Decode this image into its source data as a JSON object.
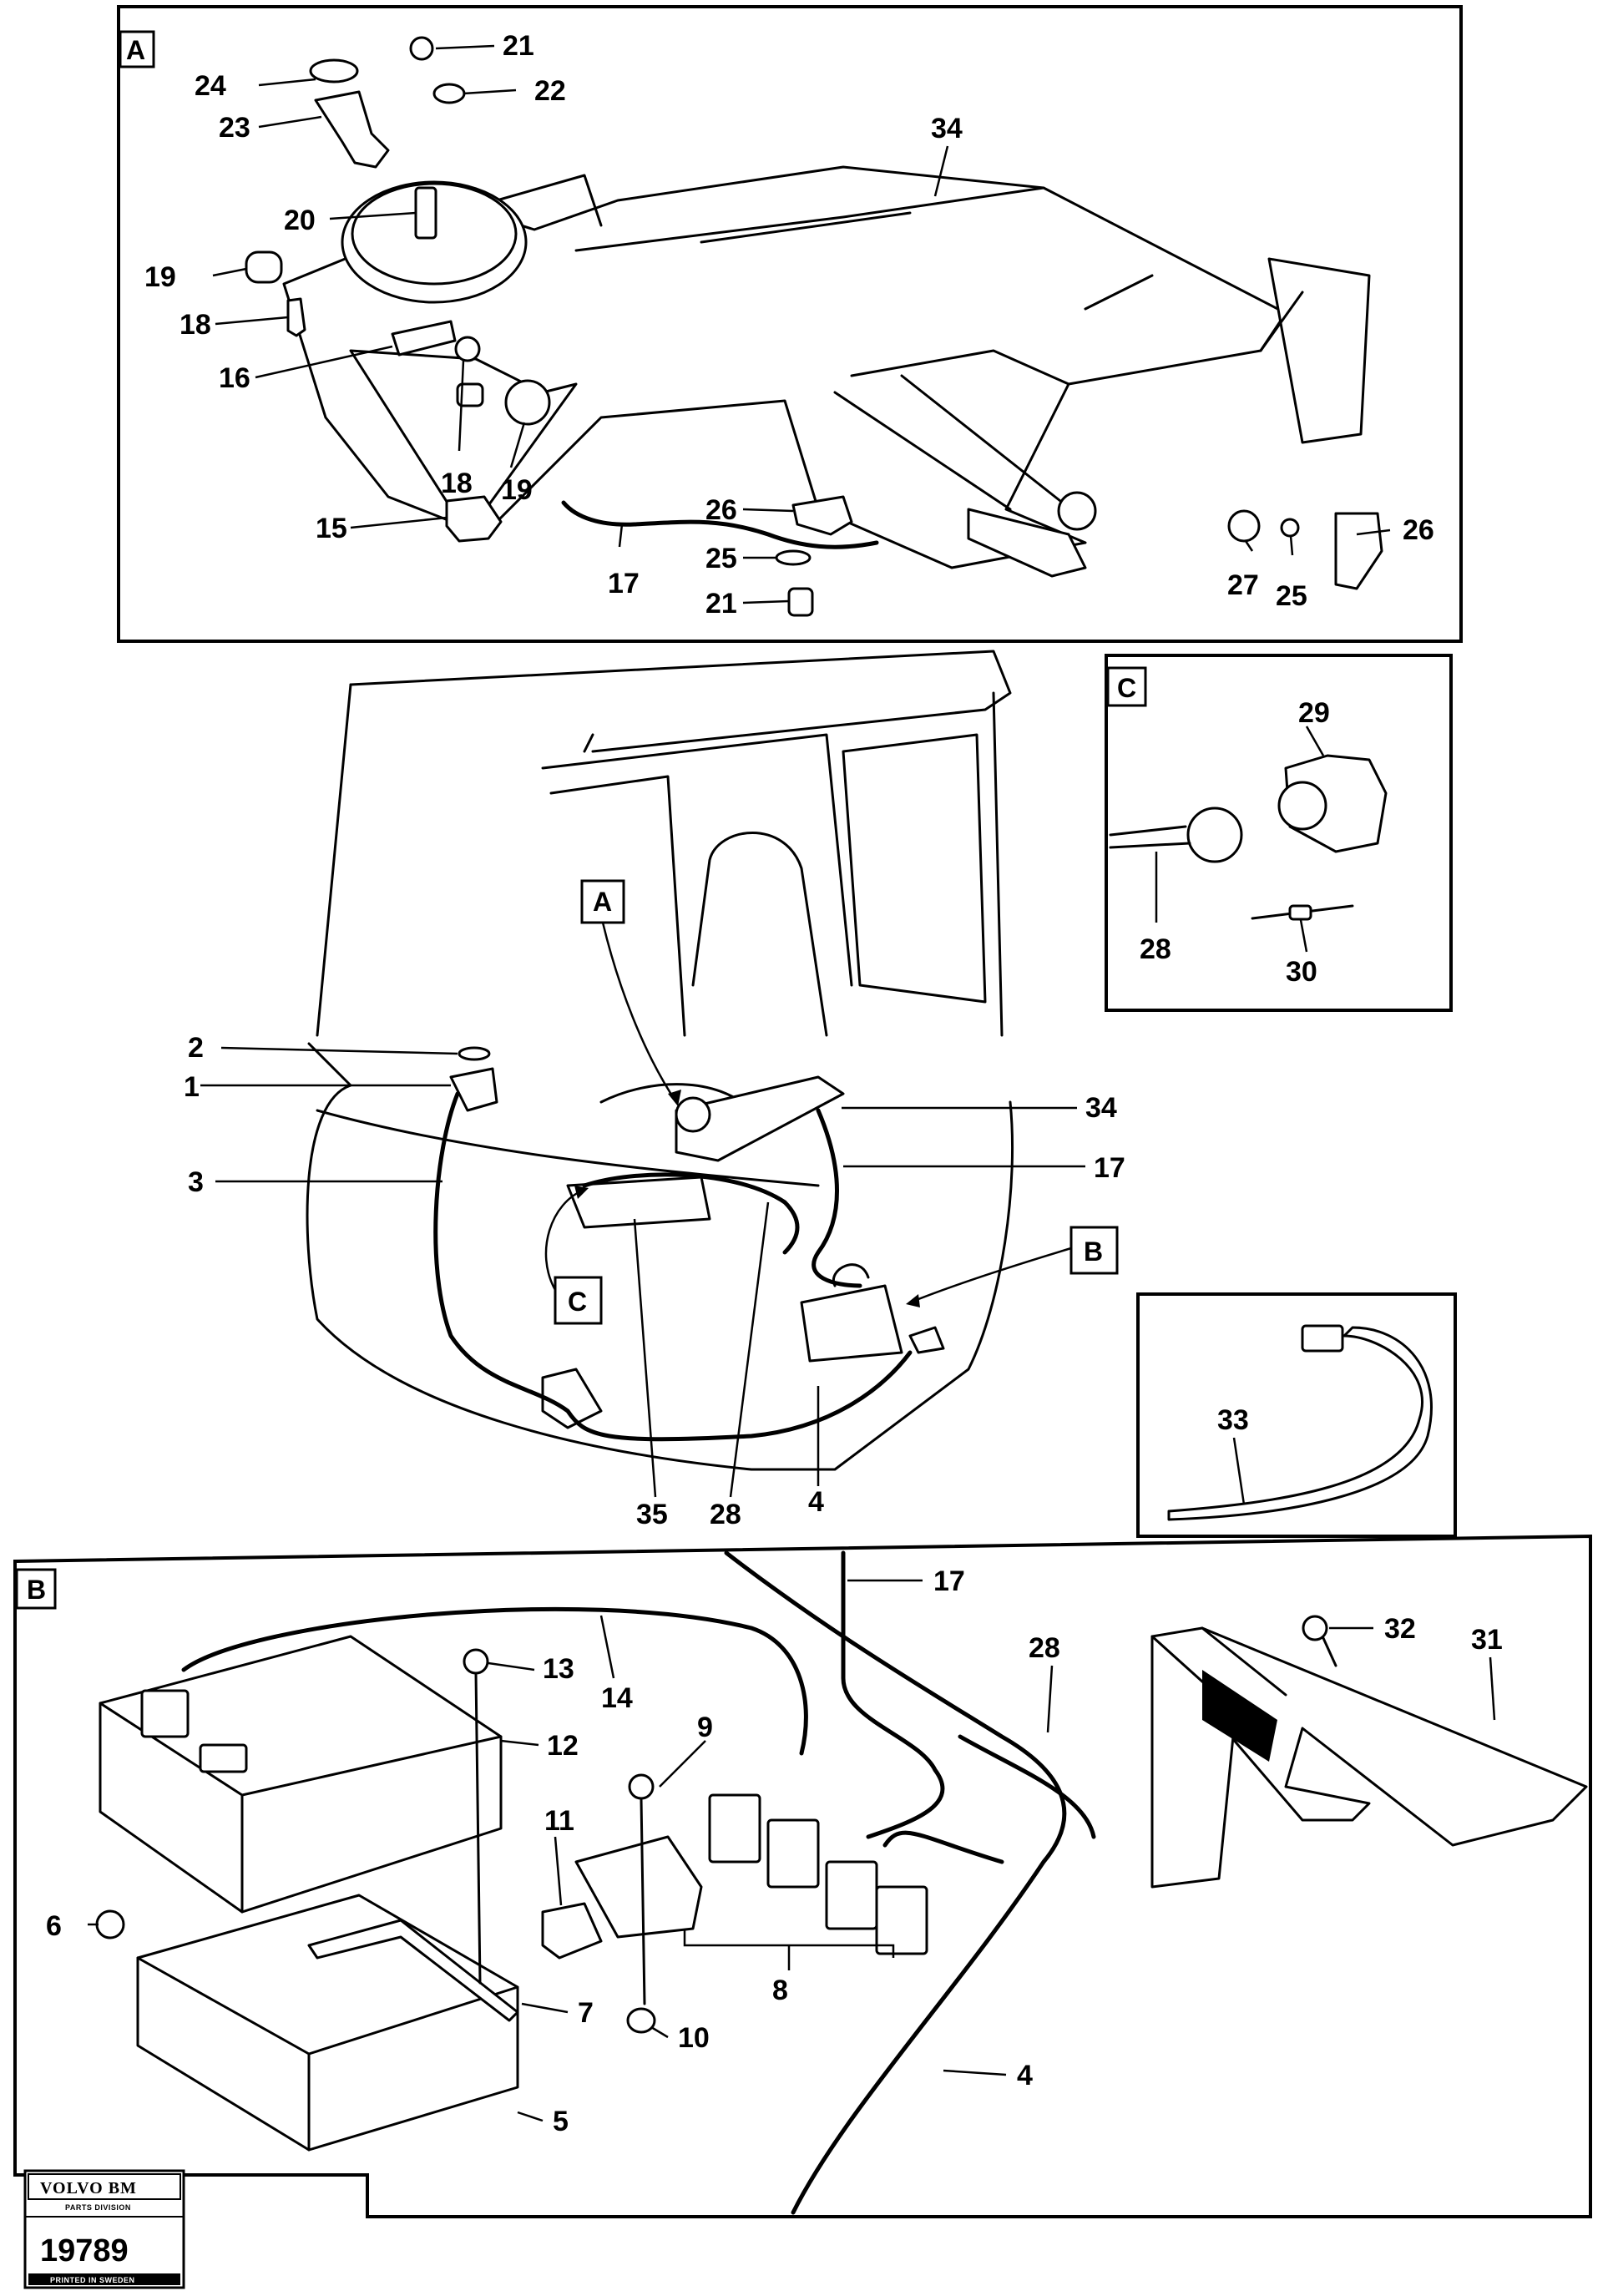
{
  "detail_a": {
    "label": "A",
    "part_numbers": [
      "21",
      "22",
      "24",
      "23",
      "20",
      "19",
      "18",
      "16",
      "18",
      "19",
      "15",
      "17",
      "26",
      "25",
      "21",
      "34",
      "27",
      "25",
      "26"
    ]
  },
  "detail_c": {
    "label": "C",
    "part_numbers": [
      "29",
      "28",
      "30"
    ]
  },
  "cab": {
    "callout_a": "A",
    "callout_b": "B",
    "callout_c": "C",
    "part_numbers": [
      "2",
      "1",
      "3",
      "34",
      "17",
      "35",
      "28",
      "4"
    ]
  },
  "strap": {
    "part_numbers": [
      "33"
    ]
  },
  "detail_b": {
    "label": "B",
    "part_numbers": [
      "17",
      "28",
      "14",
      "13",
      "12",
      "9",
      "11",
      "6",
      "7",
      "8",
      "10",
      "5",
      "4",
      "32",
      "31"
    ]
  },
  "title_block": {
    "brand": "VOLVO BM",
    "division": "PARTS DIVISION",
    "document_number": "19789",
    "printed": "PRINTED IN SWEDEN"
  }
}
